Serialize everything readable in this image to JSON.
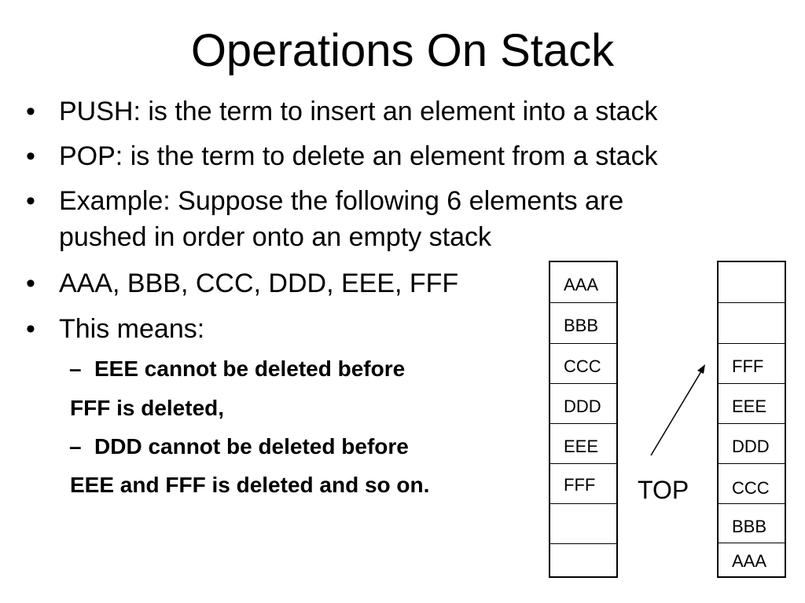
{
  "title": "Operations On Stack",
  "bullets": [
    {
      "marker": "•",
      "text": "PUSH: is the term to insert an element into a stack"
    },
    {
      "marker": "•",
      "text": "POP: is the term to delete an element from a stack"
    },
    {
      "marker": "•",
      "text": "Example: Suppose the following 6 elements are"
    },
    {
      "text": "pushed in order onto an empty stack"
    },
    {
      "marker": "•",
      "text": "AAA, BBB, CCC, DDD, EEE, FFF"
    },
    {
      "marker": "•",
      "text": "This means:"
    }
  ],
  "sub_items": [
    {
      "marker": "–",
      "text": "EEE cannot be deleted before"
    },
    {
      "text": "FFF is deleted,"
    },
    {
      "marker": "–",
      "text": "DDD cannot be deleted before"
    },
    {
      "text": "EEE and FFF is deleted and so on."
    }
  ],
  "stack_left": [
    "AAA",
    "BBB",
    "CCC",
    "DDD",
    "EEE",
    "FFF",
    "",
    ""
  ],
  "stack_right": [
    "",
    "",
    "FFF",
    "EEE",
    "DDD",
    "CCC",
    "BBB",
    "AAA"
  ],
  "top_label": "TOP"
}
